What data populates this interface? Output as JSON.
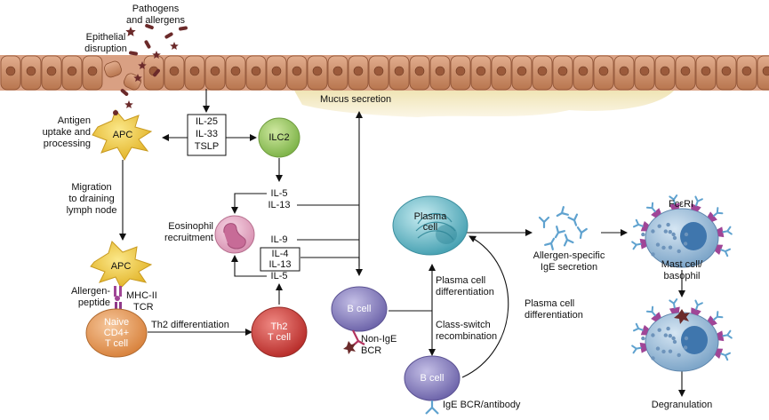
{
  "labels": {
    "pathogens": "Pathogens\nand allergens",
    "epithelial": "Epithelial\ndisruption",
    "mucus": "Mucus secretion",
    "antigen_uptake": "Antigen\nuptake and\nprocessing",
    "migration": "Migration\nto draining\nlymph node",
    "allergen_peptide": "Allergen-\npeptide",
    "mhc": "MHC-II",
    "tcr": "TCR",
    "th2_diff": "Th2 differentiation",
    "eosinophil": "Eosinophil\nrecruitment",
    "plasma_diff_1": "Plasma cell\ndifferentiation",
    "class_switch": "Class-switch\nrecombination",
    "plasma_diff_2": "Plasma cell\ndifferentiation",
    "non_ige": "Non-IgE\nBCR",
    "ige_bcr": "IgE BCR/antibody",
    "ige_secretion": "Allergen-specific\nIgE secretion",
    "fceri": "FcεRI",
    "mast": "Mast cell/\nbasophil",
    "degranulation": "Degranulation"
  },
  "cytokine_boxes": {
    "epithelial_box": [
      "IL-25",
      "IL-33",
      "TSLP"
    ],
    "th2_box": [
      "IL-4",
      "IL-13"
    ]
  },
  "cytokines": {
    "ilc2_il5": "IL-5",
    "ilc2_il13": "IL-13",
    "th2_il9": "IL-9",
    "th2_il5": "IL-5"
  },
  "cells": {
    "apc_top": "APC",
    "apc_bottom": "APC",
    "ilc2": "ILC2",
    "naive": "Naive\nCD4+\nT cell",
    "th2": "Th2\nT cell",
    "b_cell": "B cell",
    "b_cell_2": "B cell",
    "plasma": "Plasma\ncell"
  },
  "colors": {
    "epithelium": "#c98a6a",
    "apc": "#f3d250",
    "ilc2": "#a6d06a",
    "naive": "#e9a064",
    "th2": "#d64b45",
    "bcell": "#8f86c4",
    "plasma": "#5fb7c6",
    "mast": "#9dc0dd",
    "receptor": "#a04596",
    "ige": "#5fa2cf",
    "allergen": "#6b2a2a"
  }
}
